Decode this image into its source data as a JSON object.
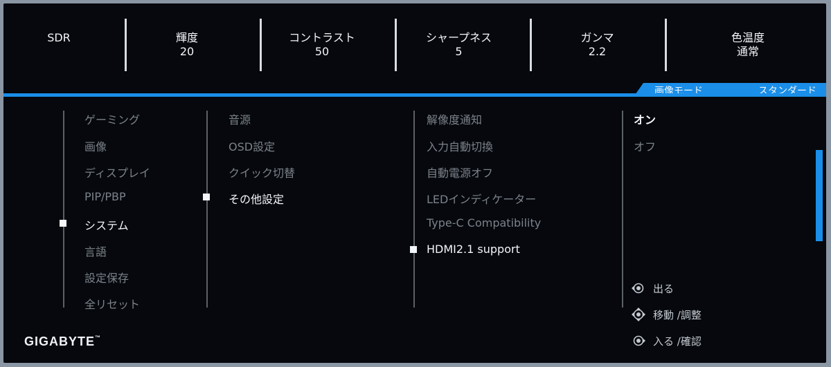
{
  "status": [
    {
      "label": "SDR",
      "value": ""
    },
    {
      "label": "輝度",
      "value": "20"
    },
    {
      "label": "コントラスト",
      "value": "50"
    },
    {
      "label": "シャープネス",
      "value": "5"
    },
    {
      "label": "ガンマ",
      "value": "2.2"
    },
    {
      "label": "色温度",
      "value": "通常"
    }
  ],
  "mode": {
    "label": "画像モード",
    "value": "スタンダード"
  },
  "menu_main": [
    "ゲーミング",
    "画像",
    "ディスプレイ",
    "PIP/PBP",
    "システム",
    "言語",
    "設定保存",
    "全リセット"
  ],
  "menu_system": [
    "音源",
    "OSD設定",
    "クイック切替",
    "その他設定"
  ],
  "menu_other": [
    "解像度通知",
    "入力自動切換",
    "自動電源オフ",
    "LEDインディケーター",
    "Type-C Compatibility",
    "HDMI2.1 support"
  ],
  "menu_options": [
    "オン",
    "オフ"
  ],
  "selected": {
    "main": "システム",
    "system": "その他設定",
    "other": "HDMI2.1 support",
    "option": "オン"
  },
  "brand": "GIGABYTE",
  "hints": [
    {
      "icon": "joystick-exit-icon",
      "text": "出る"
    },
    {
      "icon": "joystick-move-icon",
      "text": "移動 /調整"
    },
    {
      "icon": "joystick-enter-icon",
      "text": "入る /確認"
    }
  ],
  "colors": {
    "accent": "#1a8ee8",
    "background": "#06080d",
    "inactive_text": "#7c838b",
    "active_text": "#f3f6f9"
  }
}
